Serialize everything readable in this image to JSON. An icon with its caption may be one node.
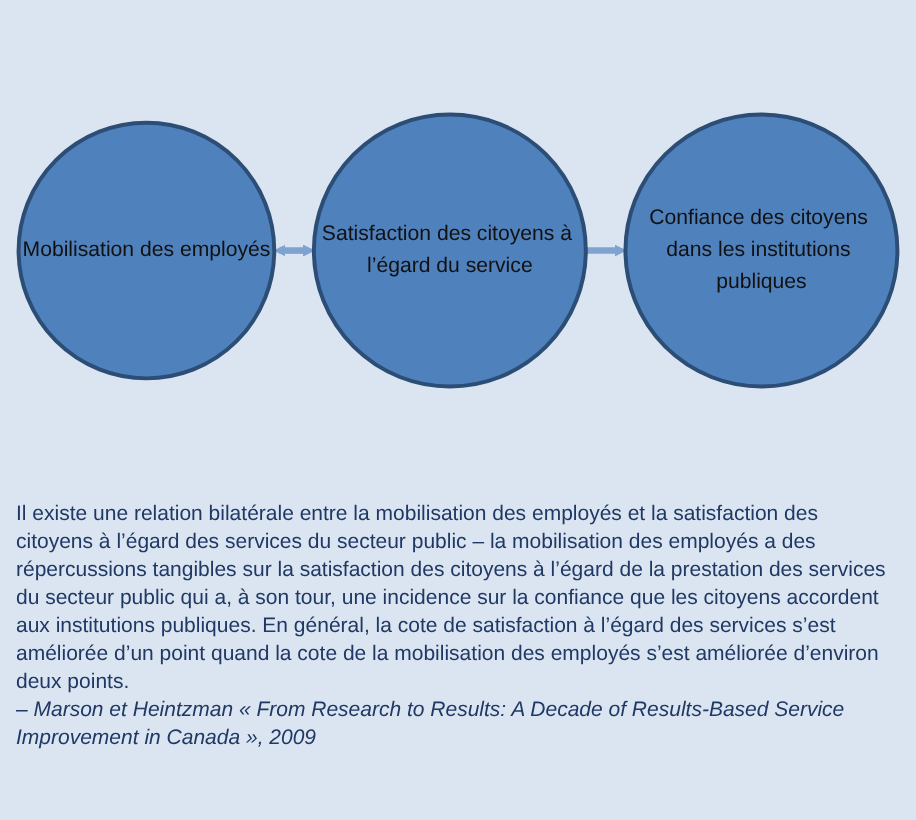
{
  "diagram": {
    "caption": "Il existe une relation bilatérale entre la mobilisation des employés et la satisfaction des citoyens à l’égard des services du secteur public – la mobilisation des employés a des répercussions tangibles sur la satisfaction des citoyens à l’égard de la prestation des services du secteur public qui a, à son tour, une incidence sur la confiance que les citoyens accordent aux institutions publiques. En général, la cote de satisfaction à l’égard des services s’est améliorée d’un point quand la cote de la mobilisation des employés s’est améliorée d’environ deux points.",
    "nodes": [
      {
        "text": [
          "Mobilisation des employés"
        ]
      },
      {
        "text": [
          "Satisfaction des citoyens à l’égard du service"
        ]
      },
      {
        "text": [
          "Confiance des citoyens dans les institutions publiques"
        ]
      }
    ],
    "edges": [
      {
        "from": 0,
        "to": 1,
        "arrow": "both"
      },
      {
        "from": 1,
        "to": 2,
        "arrow": "to"
      }
    ],
    "labels": [
      "– Marson et Heintzman « From Research to Results: A Decade of Results-Based Service Improvement in Canada », 2009"
    ]
  }
}
